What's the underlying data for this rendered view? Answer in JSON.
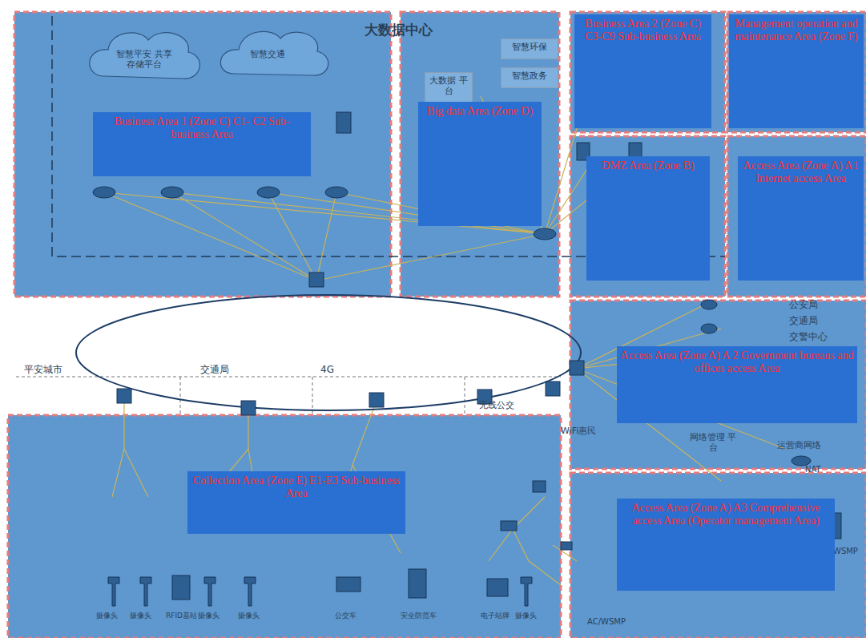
{
  "diagram": {
    "nodes": [
      {
        "text": [
          "Business Area 1 (Zone C) C1- C2 Sub-business Area"
        ]
      },
      {
        "text": [
          "大数据 平台"
        ]
      },
      {
        "text": [
          "智慧环保"
        ]
      },
      {
        "text": [
          "智慧政务"
        ]
      },
      {
        "text": [
          "Big data Area (Zone D)"
        ]
      },
      {
        "text": [
          "Business Area 2 (Zone C) C3-C9 Sub-business Area"
        ]
      },
      {
        "text": [
          "Management operation and maintenance Area (Zone F)"
        ]
      },
      {
        "text": [
          "DMZ Area (Zone B)"
        ]
      },
      {
        "text": [
          "Access Area (Zone A) A1 Internet access Area"
        ]
      },
      {
        "text": [
          "Access Area (Zone A) A 2 Government bureaus and offices access Area"
        ]
      },
      {
        "text": [
          "Collection Area (Zone E) E1-E3 Sub-business Area"
        ]
      },
      {
        "text": [
          "Access Area (Zone A) A3 Comprehensive access Area (Operator management Area)"
        ]
      }
    ],
    "labels": [
      "大数据中心",
      "智慧平安 共享存储平台",
      "智慧交通",
      "平安城市",
      "交通局",
      "4G",
      "无线公交",
      "WiFi惠民",
      "公安局",
      "交通局",
      "交警中心",
      "网络管理 平台",
      "运营商网络",
      "NAT",
      "WSMP",
      "AC/WSMP",
      "摄像头",
      "摄像头",
      "RFID基站",
      "摄像头",
      "摄像头",
      "公交车",
      "安全防范车",
      "电子站牌",
      "摄像头"
    ]
  }
}
